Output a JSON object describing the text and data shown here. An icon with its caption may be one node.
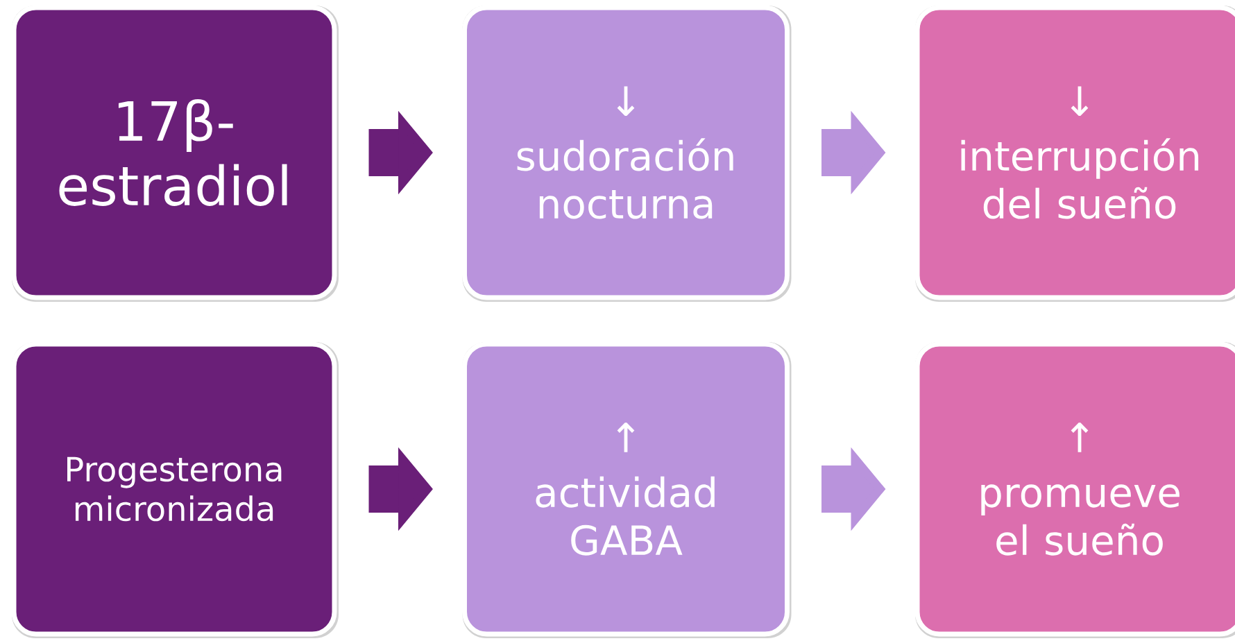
{
  "diagram": {
    "nodes": [
      {
        "text": [
          "17β-estradiol"
        ]
      },
      {
        "text": [
          "↓",
          "sudoración nocturna"
        ]
      },
      {
        "text": [
          "↓",
          "interrupción del sueño"
        ]
      },
      {
        "text": [
          "Progesterona micronizada"
        ]
      },
      {
        "text": [
          "↑",
          "actividad GABA"
        ]
      },
      {
        "text": [
          "↑",
          "promueve el sueño"
        ]
      }
    ],
    "edges": [
      {
        "from": 0,
        "to": 1,
        "arrow": "to",
        "color": "#6a1f78"
      },
      {
        "from": 1,
        "to": 2,
        "arrow": "to",
        "color": "#b993dc"
      },
      {
        "from": 3,
        "to": 4,
        "arrow": "to",
        "color": "#6a1f78"
      },
      {
        "from": 4,
        "to": 5,
        "arrow": "to",
        "color": "#b993dc"
      }
    ]
  }
}
